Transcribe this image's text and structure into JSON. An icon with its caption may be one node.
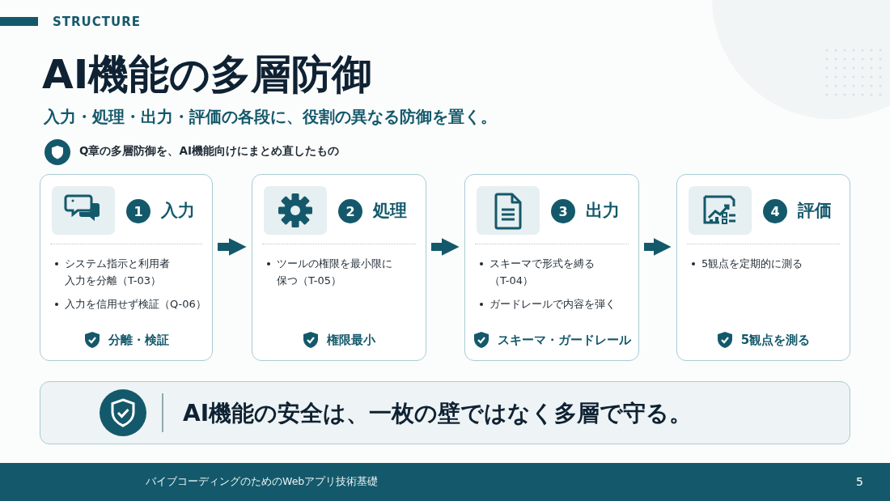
{
  "diagram": {
    "title": "AI機能の多層防御",
    "nodes": [
      {
        "text": [
          "1",
          "入力",
          "システム指示と利用者入力を分離（T-03）",
          "入力を信用せず検証（Q-06）",
          "分離・検証"
        ]
      },
      {
        "text": [
          "2",
          "処理",
          "ツールの権限を最小限に保つ（T-05）",
          "権限最小"
        ]
      },
      {
        "text": [
          "3",
          "出力",
          "スキーマで形式を縛る（T-04）",
          "ガードレールで内容を弾く",
          "スキーマ・ガードレール"
        ]
      },
      {
        "text": [
          "4",
          "評価",
          "5観点を定期的に測る",
          "5観点を測る"
        ]
      },
      {
        "text": [
          "AI機能の安全は、一枚の壁ではなく多層で守る。"
        ]
      }
    ],
    "edges": [
      {
        "from": 0,
        "to": 1,
        "arrow": "to"
      },
      {
        "from": 1,
        "to": 2,
        "arrow": "to"
      },
      {
        "from": 2,
        "to": 3,
        "arrow": "to"
      }
    ],
    "labels": [
      "STRUCTURE",
      "入力・処理・出力・評価の各段に、役割の異なる防御を置く。",
      "Q章の多層防御を、AI機能向けにまとめ直したもの",
      "バイブコーディングのためのWebアプリ技術基礎",
      "5"
    ]
  }
}
